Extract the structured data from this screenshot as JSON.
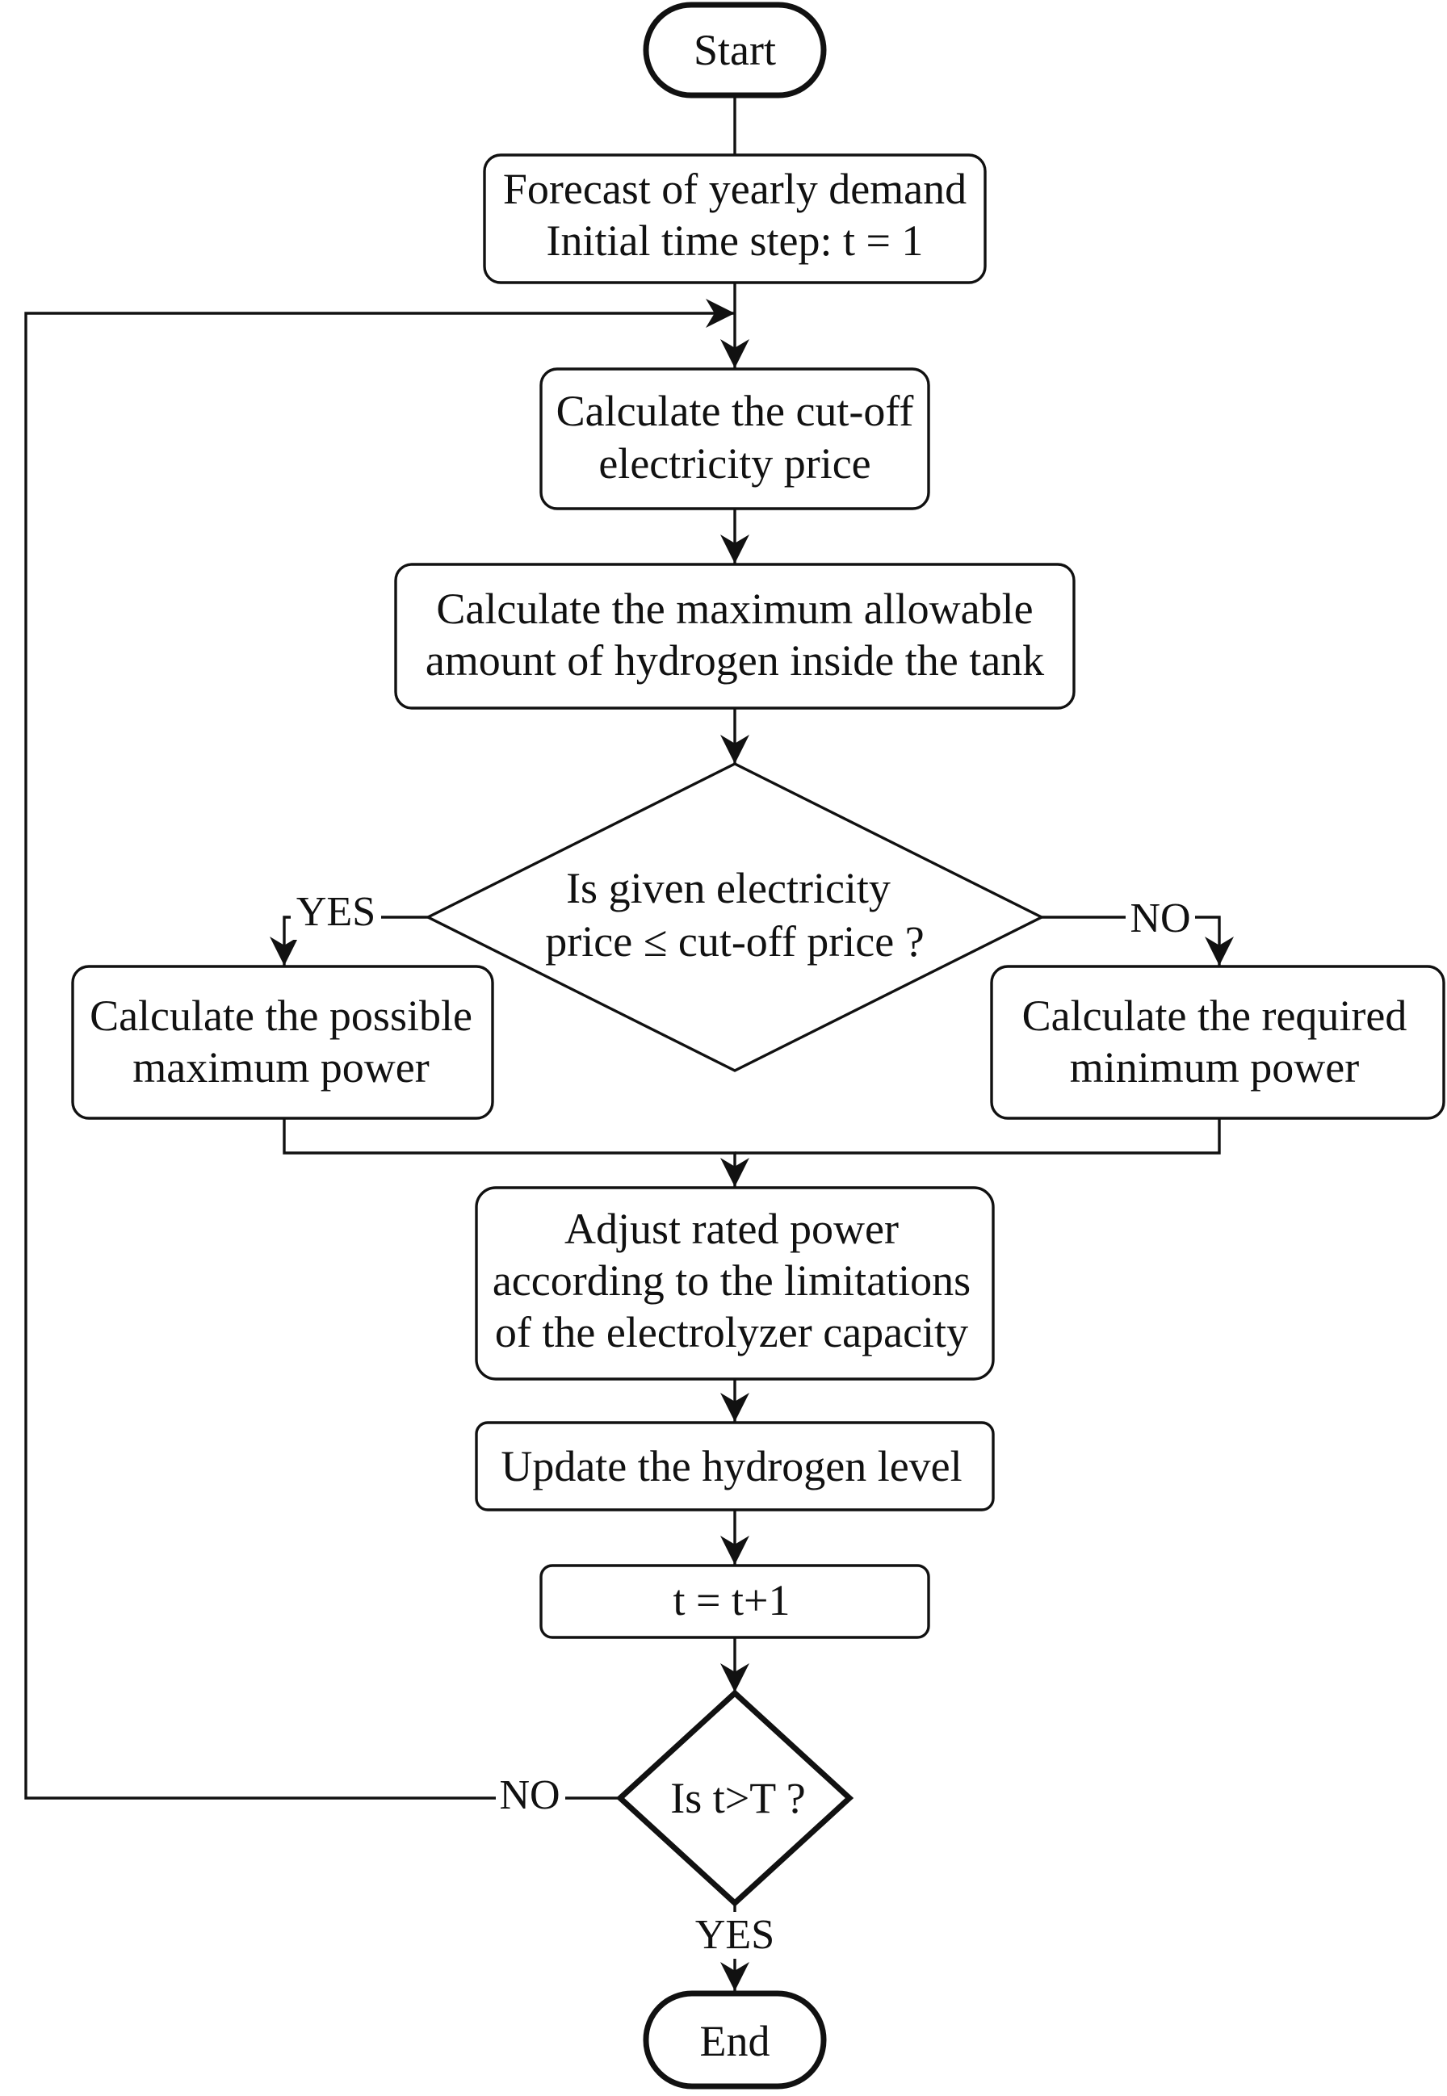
{
  "flowchart": {
    "nodes": {
      "start": {
        "label": "Start"
      },
      "forecast": {
        "lines": [
          "Forecast of yearly demand",
          "Initial time step: t = 1"
        ]
      },
      "cutoff": {
        "lines": [
          "Calculate the cut-off",
          "electricity price"
        ]
      },
      "max_hydrogen": {
        "lines": [
          "Calculate the maximum allowable",
          "amount of hydrogen inside the tank"
        ]
      },
      "price_decision": {
        "lines": [
          "Is given electricity",
          "price ≤ cut-off price ?"
        ]
      },
      "max_power": {
        "lines": [
          "Calculate the possible",
          "maximum power"
        ]
      },
      "min_power": {
        "lines": [
          "Calculate the required",
          "minimum power"
        ]
      },
      "adjust": {
        "lines": [
          "Adjust rated power",
          "according to the limitations",
          "of the electrolyzer capacity"
        ]
      },
      "update": {
        "label": "Update the hydrogen level"
      },
      "increment": {
        "label": "t = t+1"
      },
      "time_decision": {
        "label": "Is t>T ?"
      },
      "end": {
        "label": "End"
      }
    },
    "edge_labels": {
      "price_yes": "YES",
      "price_no": "NO",
      "time_no": "NO",
      "time_yes": "YES"
    },
    "colors": {
      "stroke": "#111111",
      "fill": "#ffffff",
      "text": "#111111"
    }
  }
}
